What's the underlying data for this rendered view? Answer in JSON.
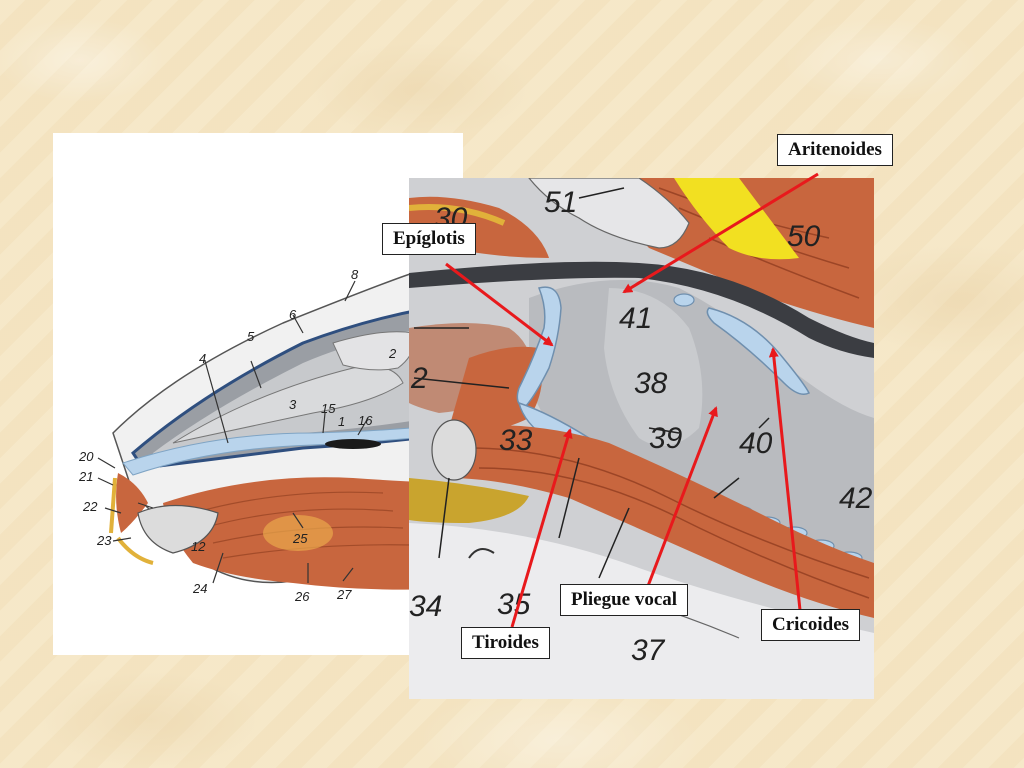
{
  "labels": {
    "aritenoides": "Aritenoides",
    "epiglotis": "Epíglotis",
    "pliegue_vocal": "Pliegue vocal",
    "tiroides": "Tiroides",
    "cricoides": "Cricoides"
  },
  "left_numbers": {
    "n1": "1",
    "n2": "2",
    "n3": "3",
    "n4": "4",
    "n5": "5",
    "n6": "6",
    "n8": "8",
    "n12": "12",
    "n15": "15",
    "n16": "16",
    "n20": "20",
    "n21": "21",
    "n22": "22",
    "n23": "23",
    "n24": "24",
    "n25": "25",
    "n26": "26",
    "n27": "27"
  },
  "right_numbers": {
    "n2": "2",
    "n30": "30",
    "n33": "33",
    "n34": "34",
    "n35": "35",
    "n37": "37",
    "n38": "38",
    "n39": "39",
    "n40": "40",
    "n41": "41",
    "n42": "42",
    "n50": "50",
    "n51": "51"
  },
  "colors": {
    "arrow": "#e8191c",
    "background": "#f5e6c4",
    "muscle": "#c8663e",
    "cartilage": "#b9d4ec",
    "fat": "#f2e021"
  }
}
